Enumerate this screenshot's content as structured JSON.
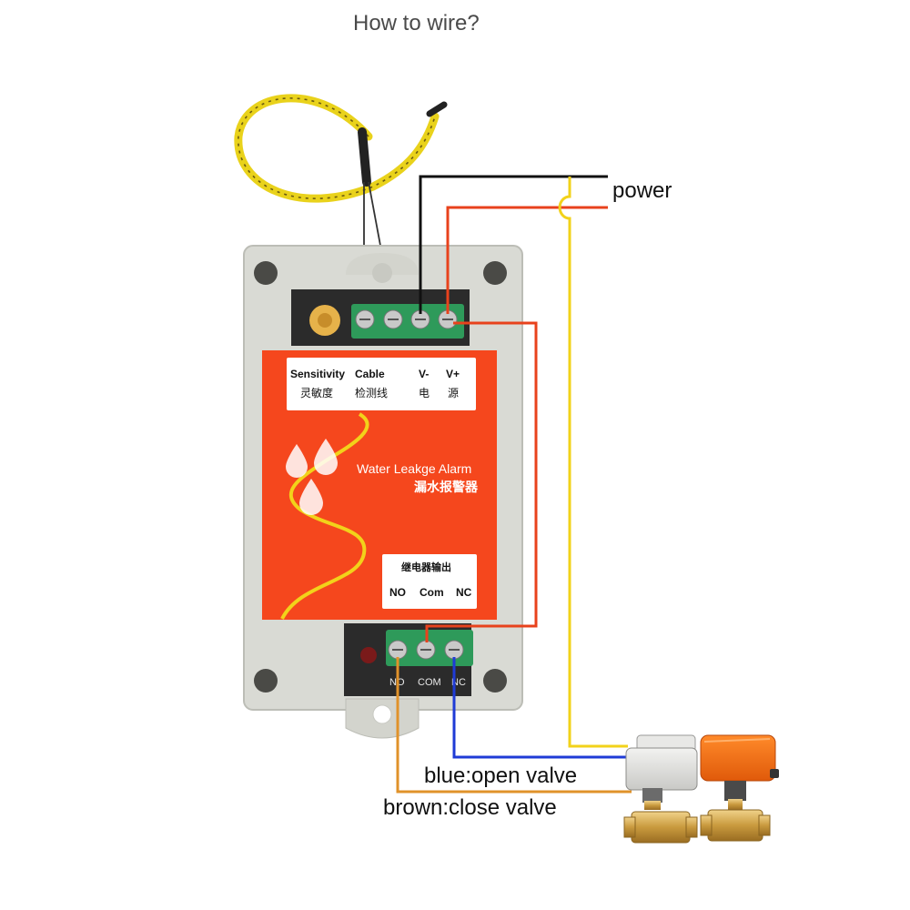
{
  "title": "How to wire?",
  "labels": {
    "power": "power",
    "blue": "blue:open valve",
    "brown": "brown:close valve"
  },
  "device": {
    "top_row_en": [
      "Sensitivity",
      "Cable",
      "V-",
      "V+"
    ],
    "top_row_cn": [
      "灵敏度",
      "检测线",
      "电",
      "源"
    ],
    "name_en": "Water Leakge Alarm",
    "name_cn": "漏水报警器",
    "relay_cn": "继电器输出",
    "relay_terms": [
      "NO",
      "Com",
      "NC"
    ],
    "pcb_terms": [
      "NO",
      "COM",
      "NC"
    ]
  },
  "colors": {
    "power_neg": "#111111",
    "power_pos": "#e8421c",
    "signal": "#f2d21a",
    "blue_wire": "#1f3bd6",
    "brown_wire": "#e0922a",
    "panel": "#f5471d",
    "housing": "#dadbd5",
    "terminal": "#2e9a5a"
  }
}
